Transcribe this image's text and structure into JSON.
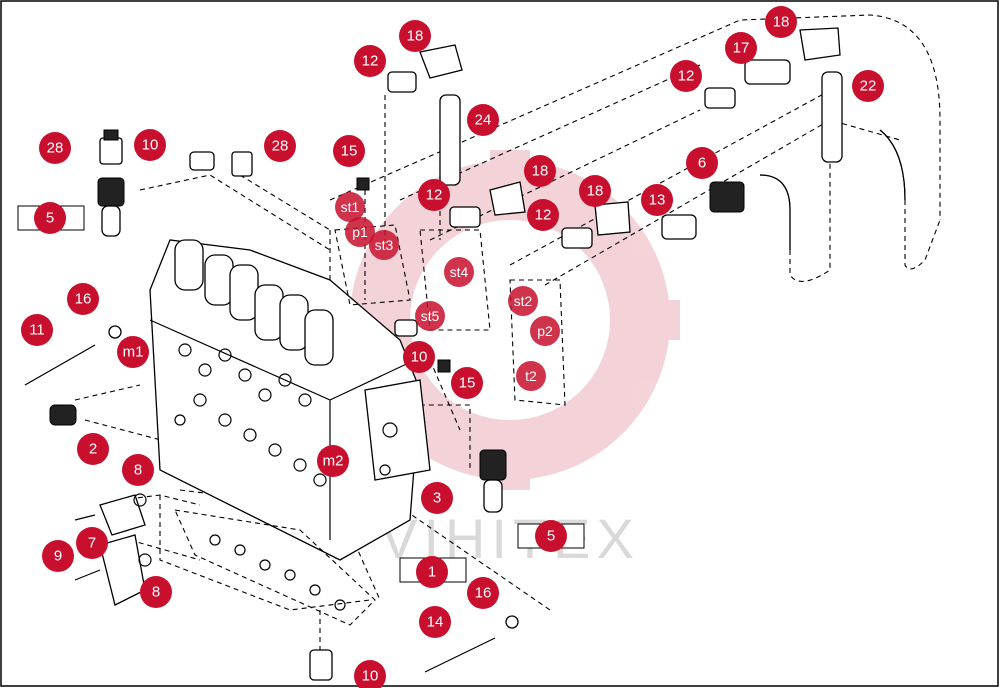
{
  "diagram": {
    "watermark": "VIHITEX",
    "callouts": [
      {
        "label": "28"
      },
      {
        "label": "10"
      },
      {
        "label": "28"
      },
      {
        "label": "5"
      },
      {
        "label": "16"
      },
      {
        "label": "11"
      },
      {
        "label": "m1"
      },
      {
        "label": "2"
      },
      {
        "label": "8"
      },
      {
        "label": "7"
      },
      {
        "label": "9"
      },
      {
        "label": "8"
      },
      {
        "label": "12"
      },
      {
        "label": "18"
      },
      {
        "label": "24"
      },
      {
        "label": "15"
      },
      {
        "label": "12"
      },
      {
        "label": "18"
      },
      {
        "label": "12"
      },
      {
        "label": "18"
      },
      {
        "label": "13"
      },
      {
        "label": "6"
      },
      {
        "label": "12"
      },
      {
        "label": "17"
      },
      {
        "label": "18"
      },
      {
        "label": "22"
      },
      {
        "label": "10"
      },
      {
        "label": "15"
      },
      {
        "label": "m2"
      },
      {
        "label": "3"
      },
      {
        "label": "1"
      },
      {
        "label": "5"
      },
      {
        "label": "16"
      },
      {
        "label": "14"
      },
      {
        "label": "10"
      }
    ],
    "port_tags": [
      {
        "label": "st1"
      },
      {
        "label": "p1"
      },
      {
        "label": "st3"
      },
      {
        "label": "st4"
      },
      {
        "label": "st5"
      },
      {
        "label": "st2"
      },
      {
        "label": "p2"
      },
      {
        "label": "t2"
      }
    ]
  }
}
